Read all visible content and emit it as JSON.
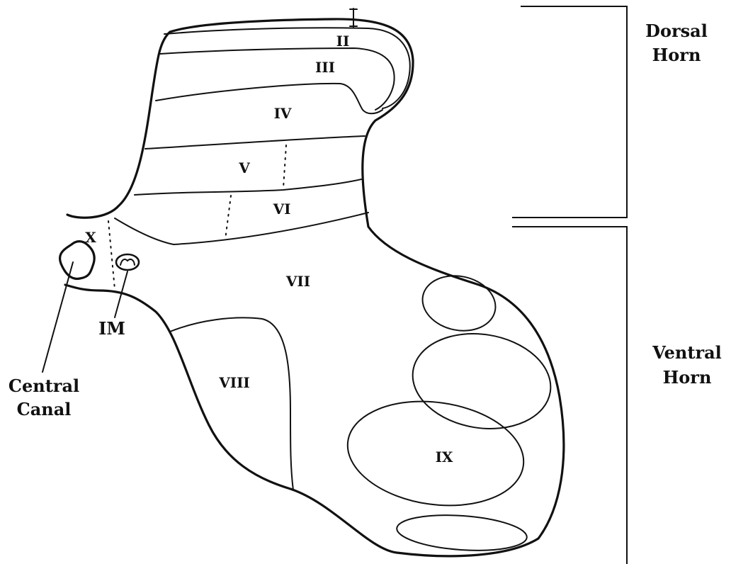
{
  "laminae": {
    "i": "I",
    "ii": "II",
    "iii": "III",
    "iv": "IV",
    "v": "V",
    "vi": "VI",
    "vii": "VII",
    "viii": "VIII",
    "ix": "IX",
    "x": "X"
  },
  "labels": {
    "im": "IM",
    "central_canal_line1": "Central",
    "central_canal_line2": "Canal",
    "dorsal_horn_line1": "Dorsal",
    "dorsal_horn_line2": "Horn",
    "ventral_horn_line1": "Ventral",
    "ventral_horn_line2": "Horn"
  }
}
